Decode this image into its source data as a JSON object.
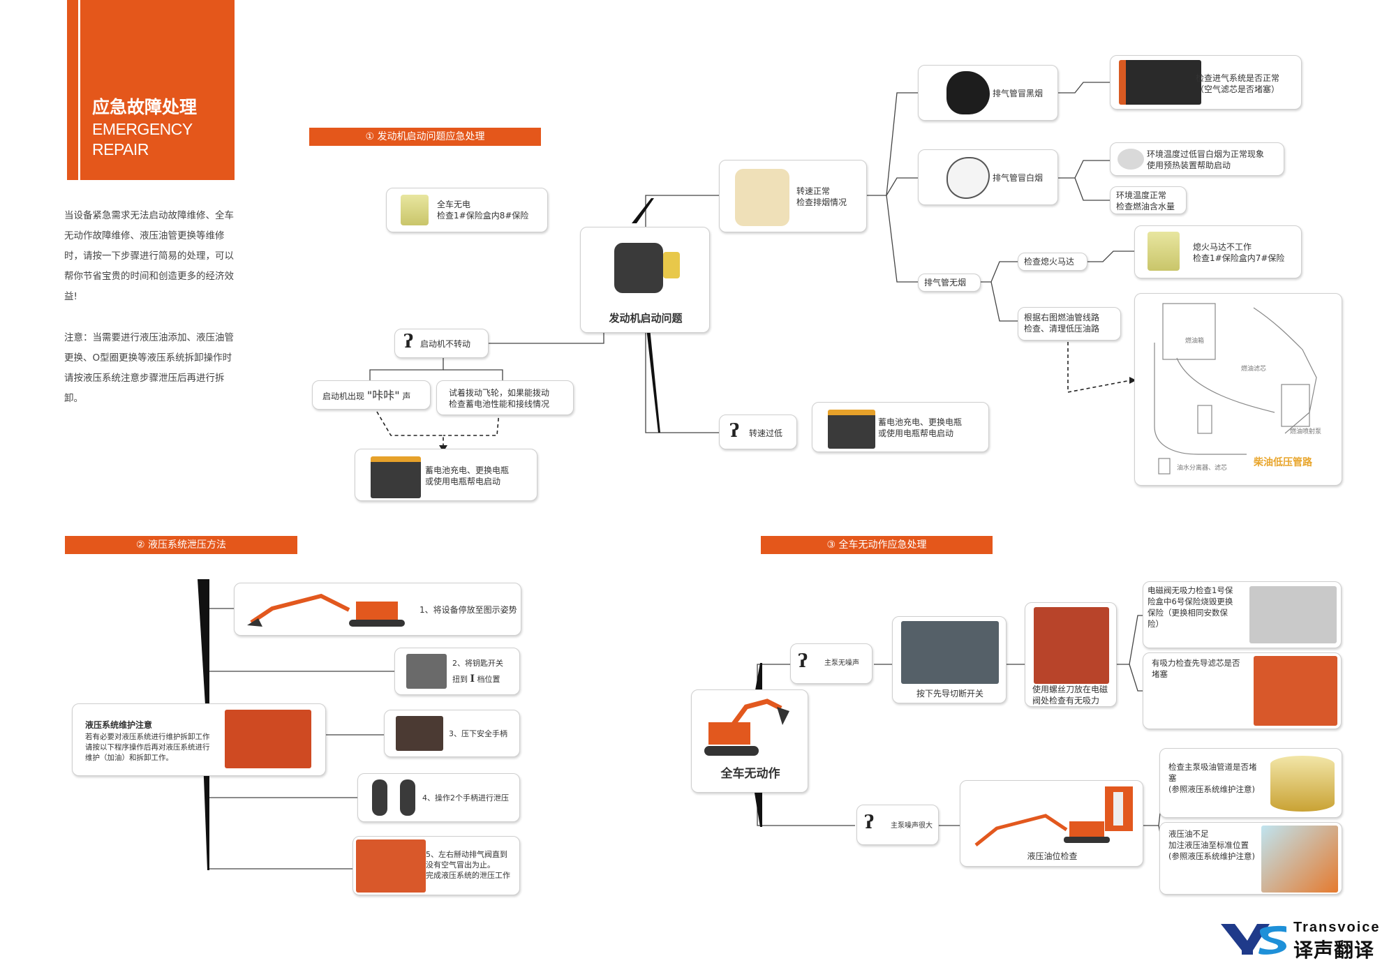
{
  "header": {
    "title": "应急故障处理",
    "subtitle_line1": "EMERGENCY",
    "subtitle_line2": "REPAIR"
  },
  "intro": {
    "paragraph1": "当设备紧急需求无法启动故障维修、全车无动作故障维修、液压油管更换等维修时，请按一下步骤进行简易的处理，可以帮你节省宝贵的时间和创造更多的经济效益!",
    "paragraph2": "注意：当需要进行液压油添加、液压油管更换、O型圈更换等液压系统拆卸操作时请按液压系统注意步骤泄压后再进行拆卸。"
  },
  "sections": {
    "s1": "① 发动机启动问题应急处理",
    "s2": "② 液压系统泄压方法",
    "s3": "③ 全车无动作应急处理"
  },
  "engine": {
    "center": "发动机启动问题",
    "no_power_l1": "全车无电",
    "no_power_l2": "检查1#保险盒内8#保险",
    "not_turning": "启动机不转动",
    "click_sound_pre": "启动机出现",
    "click_sound_mid": "\"咔咔\"",
    "click_sound_post": "声",
    "try_flywheel_l1": "试着拨动飞轮，如果能拨动",
    "try_flywheel_l2": "检查蓄电池性能和接线情况",
    "battery_l1": "蓄电池充电、更换电瓶",
    "battery_l2": "或使用电瓶帮电启动",
    "low_speed": "转速过低",
    "battery2_l1": "蓄电池充电、更换电瓶",
    "battery2_l2": "或使用电瓶帮电启动",
    "normal_speed_l1": "转速正常",
    "normal_speed_l2": "检查排烟情况",
    "black_smoke": "排气管冒黑烟",
    "intake_check_l1": "检查进气系统是否正常",
    "intake_check_l2": "（空气滤芯是否堵塞）",
    "white_smoke": "排气管冒白烟",
    "low_temp_l1": "环境温度过低冒白烟为正常现象",
    "low_temp_l2": "使用预热装置帮助启动",
    "normal_temp_l1": "环境温度正常",
    "normal_temp_l2": "检查燃油含水量",
    "no_smoke": "排气管无烟",
    "check_stop_motor": "检查熄火马达",
    "stop_motor_l1": "熄火马达不工作",
    "stop_motor_l2": "检查1#保险盒内7#保险",
    "fuel_line_l1": "根据右图燃油管线路",
    "fuel_line_l2": "检查、清理低压油路",
    "diagram_tank": "燃油箱",
    "diagram_filter": "燃油滤芯",
    "diagram_pump": "燃油喷射泵",
    "diagram_separator": "油水分离器、滤芯",
    "diagram_caption": "柴油低压管路"
  },
  "hydraulic": {
    "step1": "1、将设备停放至图示姿势",
    "step2_l1": "2、将钥匙开关",
    "step2_pre": "扭到",
    "step2_num": "I",
    "step2_post": "档位置",
    "step3": "3、压下安全手柄",
    "step4": "4、操作2个手柄进行泄压",
    "step5_l1": "5、左右掰动排气阀直到",
    "step5_l2": "没有空气冒出为止。",
    "step5_l3": "完成液压系统的泄压工作",
    "note_title": "液压系统维护注意",
    "note_l1": "若有必要对液压系统进行维护拆卸工作",
    "note_l2": "请按以下程序操作后再对液压系统进行",
    "note_l3": "维护（加油）和拆卸工作。"
  },
  "nomove": {
    "center": "全车无动作",
    "pump_no_noise": "主泵无噪声",
    "pilot_switch": "按下先导切断开关",
    "screwdriver_l1": "使用螺丝刀放在电磁",
    "screwdriver_l2": "阀处检查有无吸力",
    "no_suction_l1": "电磁阀无吸力检查1号保",
    "no_suction_l2": "险盒中6号保险烧毁更换",
    "no_suction_l3": "保险（更换相同安数保",
    "no_suction_l4": "险）",
    "has_suction_l1": "有吸力检查先导滤芯是否",
    "has_suction_l2": "堵塞",
    "pump_loud": "主泵噪声很大",
    "oil_level": "液压油位检查",
    "suction_pipe_l1": "检查主泵吸油管道是否堵",
    "suction_pipe_l2": "塞",
    "suction_pipe_l3": "(参照液压系统维护注意)",
    "oil_low_l1": "液压油不足",
    "oil_low_l2": "加注液压油至标准位置",
    "oil_low_l3": "(参照液压系统维护注意)"
  },
  "logo": {
    "en": "Transvoice",
    "cn": "译声翻译"
  },
  "colors": {
    "accent": "#e4571b",
    "note_red": "#e43a1a"
  }
}
